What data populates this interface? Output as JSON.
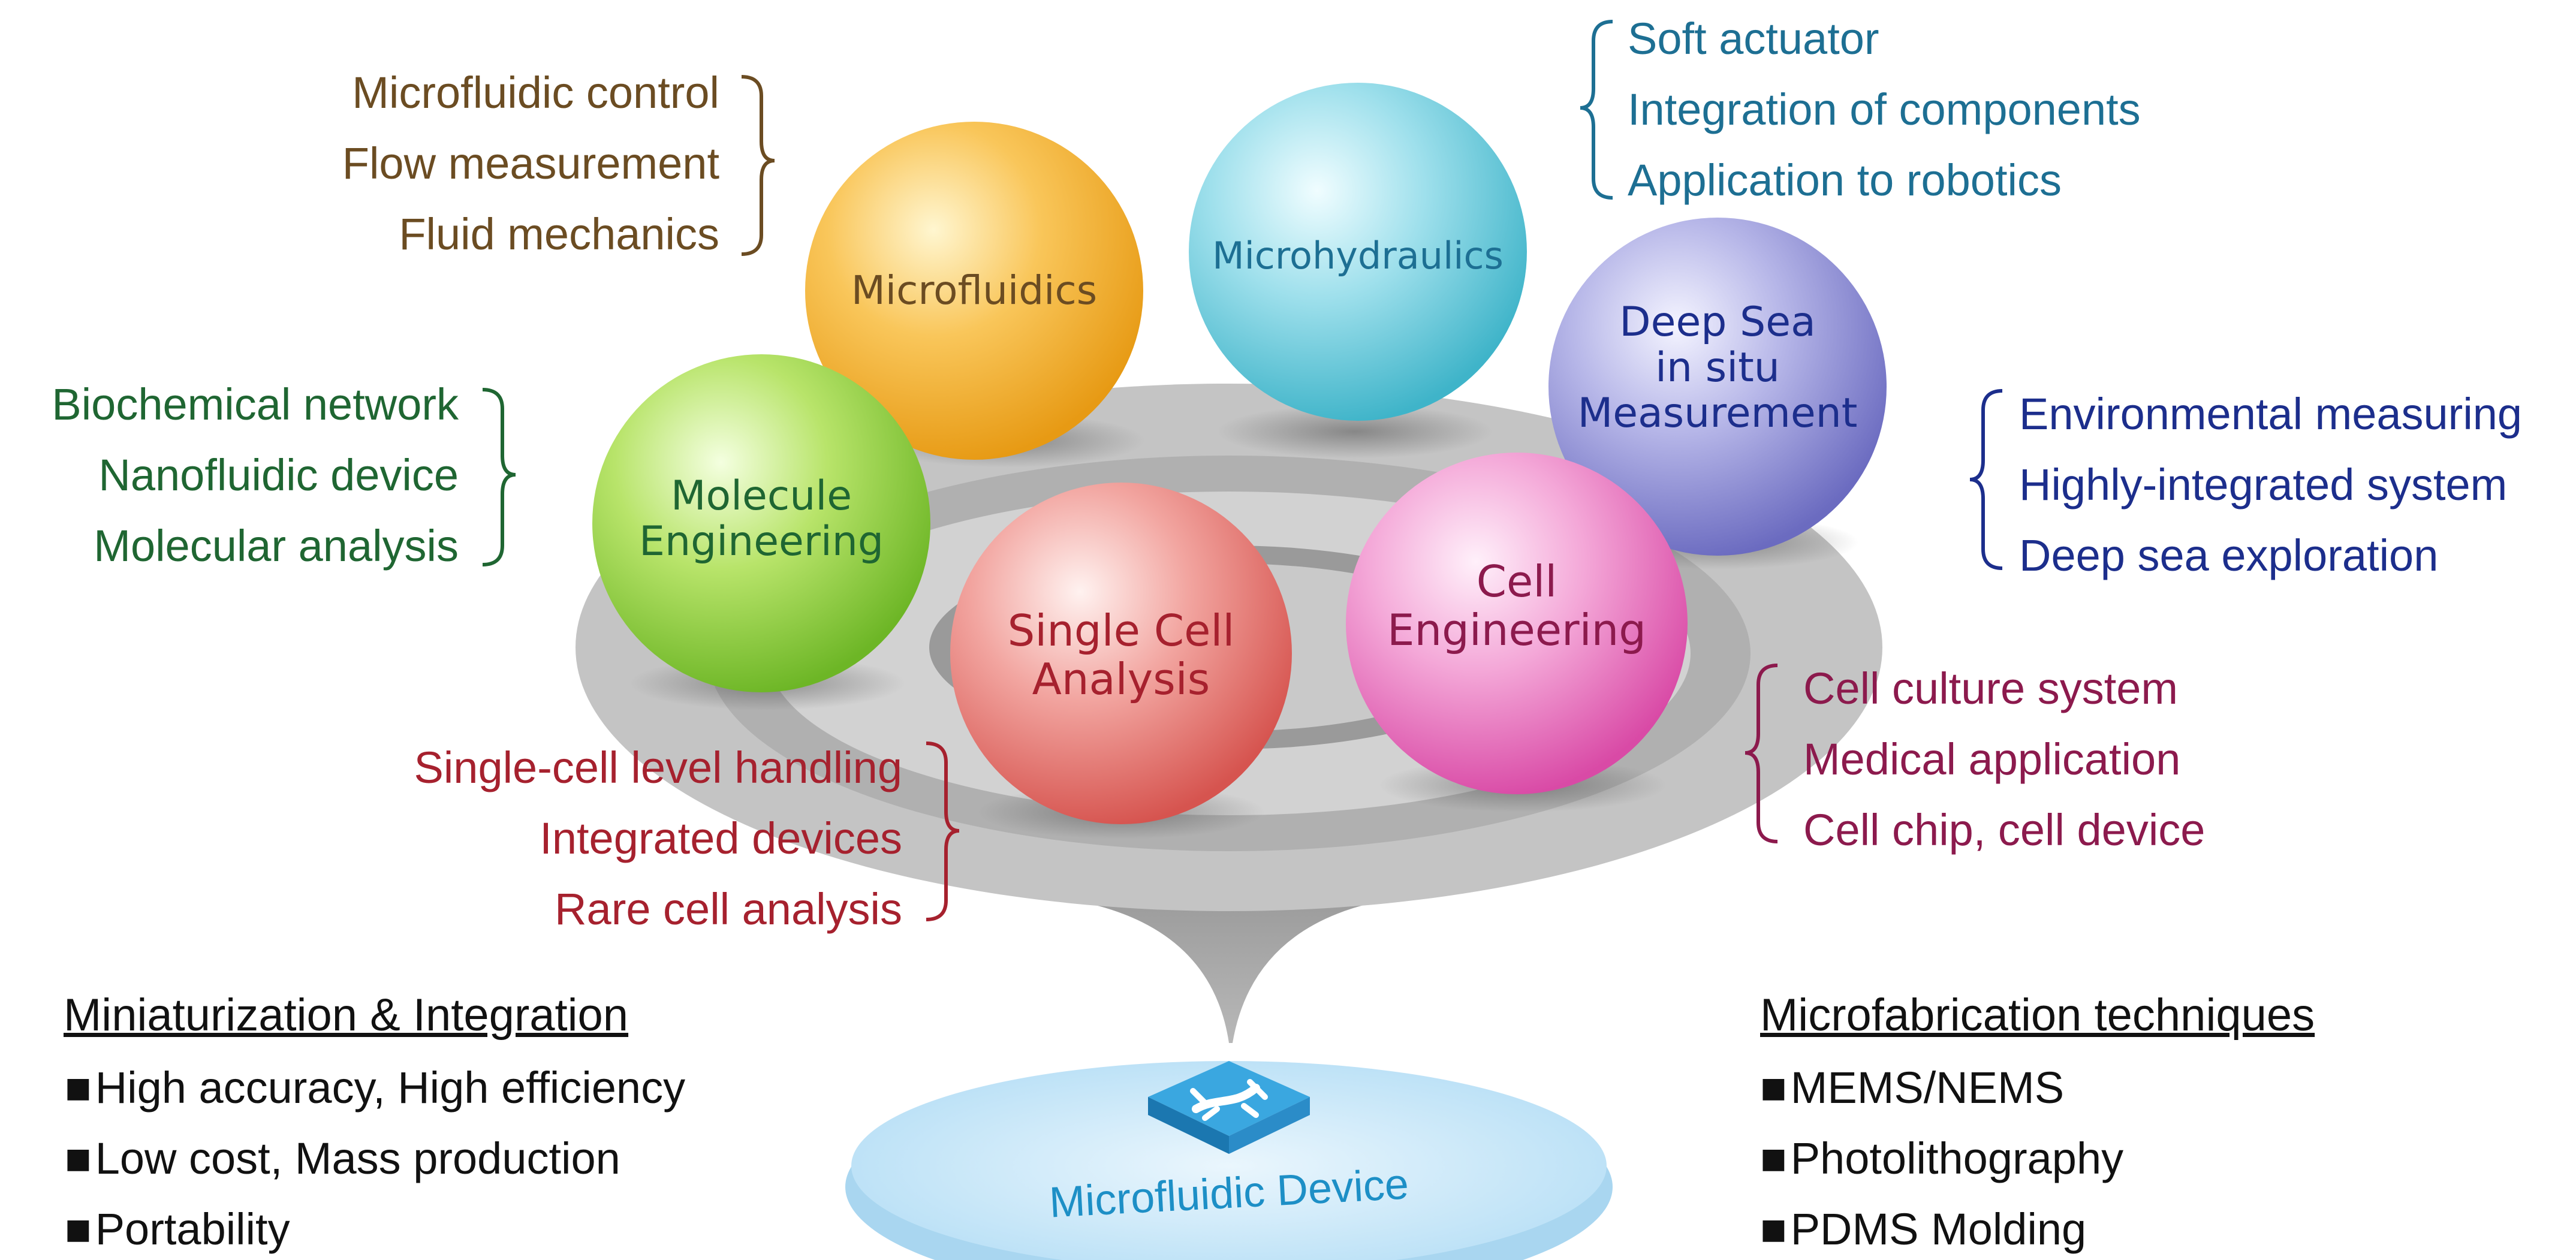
{
  "colors": {
    "brown": "#6b4c22",
    "teal": "#1d6f93",
    "navy": "#1c2e8c",
    "green": "#1f6632",
    "crimson": "#a6212e",
    "maroon": "#8c1a4d",
    "black": "#111111"
  },
  "spheres": {
    "microfluidics": {
      "label": "Microfluidics"
    },
    "microhydraulics": {
      "label": "Microhydraulics"
    },
    "deep_sea": {
      "label": [
        "Deep Sea",
        "in situ",
        "Measurement"
      ]
    },
    "molecule": {
      "label": [
        "Molecule",
        "Engineering"
      ]
    },
    "single_cell": {
      "label": [
        "Single Cell",
        "Analysis"
      ]
    },
    "cell_eng": {
      "label": [
        "Cell",
        "Engineering"
      ]
    }
  },
  "device": {
    "label": "Microfluidic Device"
  },
  "groups": {
    "microfluidics": [
      "Microfluidic control",
      "Flow measurement",
      "Fluid mechanics"
    ],
    "microhydraulics": [
      "Soft actuator",
      "Integration of components",
      "Application to robotics"
    ],
    "molecule": [
      "Biochemical network",
      "Nanofluidic device",
      "Molecular analysis"
    ],
    "deep_sea": [
      "Environmental measuring",
      "Highly-integrated system",
      "Deep sea exploration"
    ],
    "cell_eng": [
      "Cell culture system",
      "Medical application",
      "Cell chip, cell device"
    ],
    "single_cell": [
      "Single-cell level handling",
      "Integrated devices",
      "Rare cell analysis"
    ]
  },
  "miniaturization": {
    "title": "Miniaturization & Integration",
    "items": [
      "High accuracy, High efficiency",
      "Low cost, Mass production",
      "Portability"
    ]
  },
  "microfabrication": {
    "title": "Microfabrication techniques",
    "items": [
      "MEMS/NEMS",
      "Photolithography",
      "PDMS Molding"
    ]
  },
  "bullet_glyph": "■"
}
